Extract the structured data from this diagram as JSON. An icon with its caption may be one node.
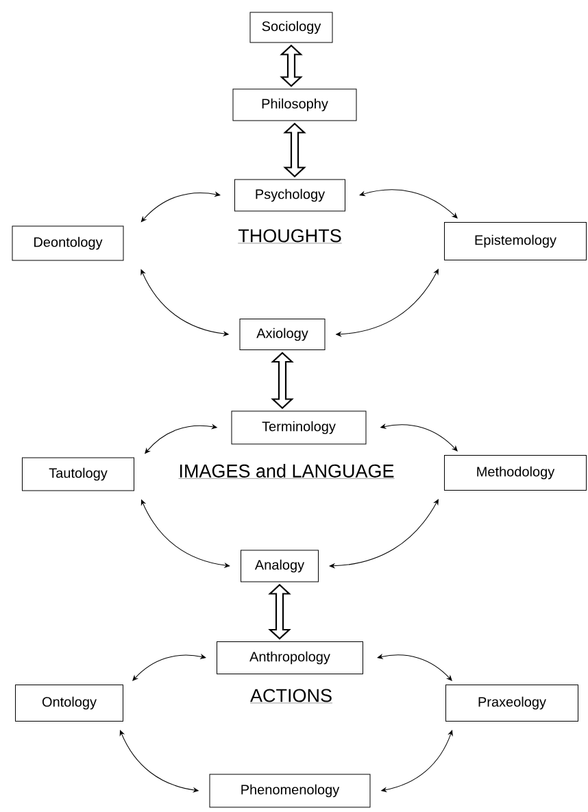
{
  "diagram": {
    "nodes": [
      {
        "text": [
          "Sociology"
        ]
      },
      {
        "text": [
          "Philosophy"
        ]
      },
      {
        "text": [
          "Psychology"
        ]
      },
      {
        "text": [
          "Deontology"
        ]
      },
      {
        "text": [
          "Epistemology"
        ]
      },
      {
        "text": [
          "Axiology"
        ]
      },
      {
        "text": [
          "Terminology"
        ]
      },
      {
        "text": [
          "Tautology"
        ]
      },
      {
        "text": [
          "Methodology"
        ]
      },
      {
        "text": [
          "Analogy"
        ]
      },
      {
        "text": [
          "Anthropology"
        ]
      },
      {
        "text": [
          "Ontology"
        ]
      },
      {
        "text": [
          "Praxeology"
        ]
      },
      {
        "text": [
          "Phenomenology"
        ]
      }
    ],
    "edges": [
      {
        "from": 0,
        "to": 1,
        "arrow": "both",
        "style": "thick"
      },
      {
        "from": 1,
        "to": 2,
        "arrow": "both",
        "style": "thick"
      },
      {
        "from": 2,
        "to": 3,
        "arrow": "both"
      },
      {
        "from": 2,
        "to": 4,
        "arrow": "both"
      },
      {
        "from": 3,
        "to": 5,
        "arrow": "both"
      },
      {
        "from": 4,
        "to": 5,
        "arrow": "both"
      },
      {
        "from": 5,
        "to": 6,
        "arrow": "both",
        "style": "thick"
      },
      {
        "from": 6,
        "to": 7,
        "arrow": "both"
      },
      {
        "from": 6,
        "to": 8,
        "arrow": "both"
      },
      {
        "from": 7,
        "to": 9,
        "arrow": "both"
      },
      {
        "from": 8,
        "to": 9,
        "arrow": "both"
      },
      {
        "from": 9,
        "to": 10,
        "arrow": "both",
        "style": "thick"
      },
      {
        "from": 10,
        "to": 11,
        "arrow": "both"
      },
      {
        "from": 10,
        "to": 12,
        "arrow": "both"
      },
      {
        "from": 11,
        "to": 13,
        "arrow": "both"
      },
      {
        "from": 12,
        "to": 13,
        "arrow": "both"
      }
    ],
    "labels": [
      "THOUGHTS",
      "IMAGES and LANGUAGE",
      "ACTIONS"
    ]
  }
}
